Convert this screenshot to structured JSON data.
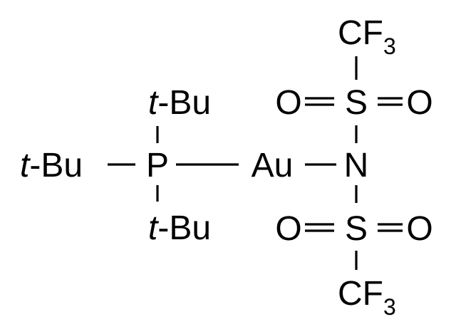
{
  "molecule": {
    "phosphine": {
      "tbu_top": {
        "italic": "t",
        "rest": "-Bu"
      },
      "tbu_left": {
        "italic": "t",
        "rest": "-Bu"
      },
      "tbu_bottom": {
        "italic": "t",
        "rest": "-Bu"
      },
      "phosphorus": "P"
    },
    "metal": "Au",
    "amide": {
      "nitrogen": "N",
      "top_sulfonyl": {
        "sulfur": "S",
        "oxygen_left": "O",
        "oxygen_right": "O",
        "cf3": {
          "base": "CF",
          "sub": "3"
        }
      },
      "bottom_sulfonyl": {
        "sulfur": "S",
        "oxygen_left": "O",
        "oxygen_right": "O",
        "cf3": {
          "base": "CF",
          "sub": "3"
        }
      }
    }
  },
  "colors": {
    "ink": "#000000",
    "background": "#ffffff"
  }
}
